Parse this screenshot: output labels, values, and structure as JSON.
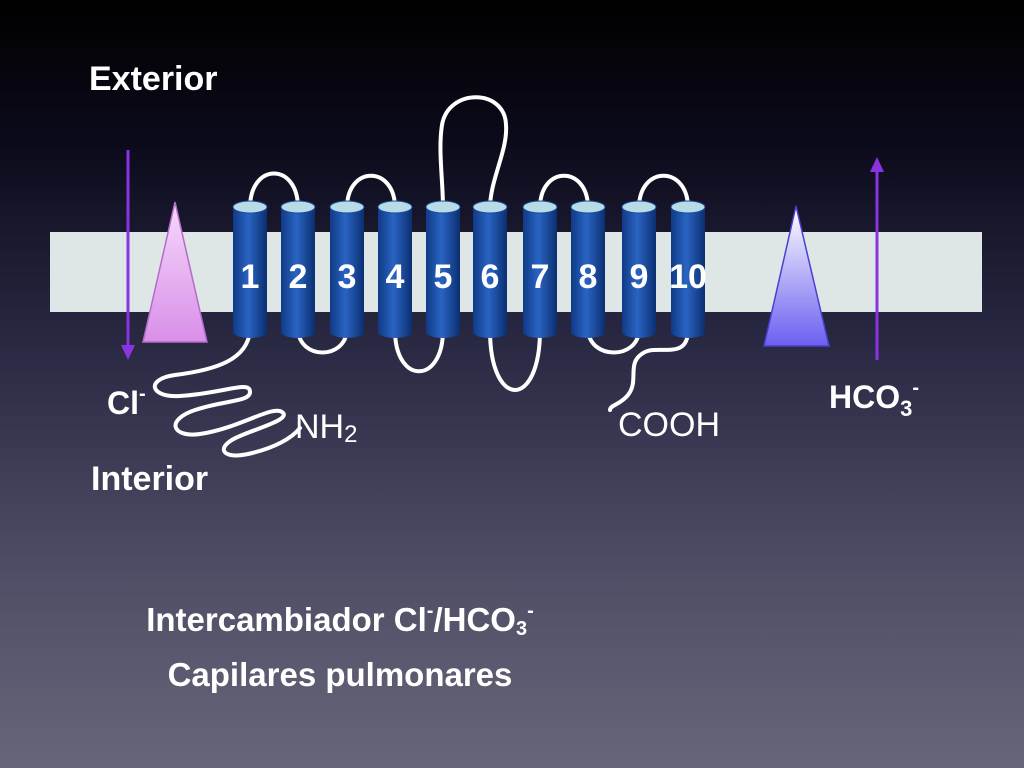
{
  "labels": {
    "exterior": "Exterior",
    "interior": "Interior",
    "cl_ion": "Cl",
    "cl_charge": "-",
    "hco3_ion": "HCO",
    "hco3_sub": "3",
    "hco3_charge": "-",
    "nh2_main": "NH",
    "nh2_sub": "2",
    "cooh": "COOH"
  },
  "helices": [
    "1",
    "2",
    "3",
    "4",
    "5",
    "6",
    "7",
    "8",
    "9",
    "10"
  ],
  "title": {
    "line1_a": "Intercambiador Cl",
    "line1_b": "-",
    "line1_c": "/HCO",
    "line1_d": "3",
    "line1_e": "-",
    "line2": "Capilares pulmonares"
  },
  "colors": {
    "membrane": "#dfe6e6",
    "helix": "#1a4a9e",
    "helix_top": "#b9dbe6",
    "arrow": "#8a33e0",
    "cl_triangle": "#e9b6f0",
    "hco3_triangle": "#7a6ff0",
    "loop": "#ffffff"
  }
}
